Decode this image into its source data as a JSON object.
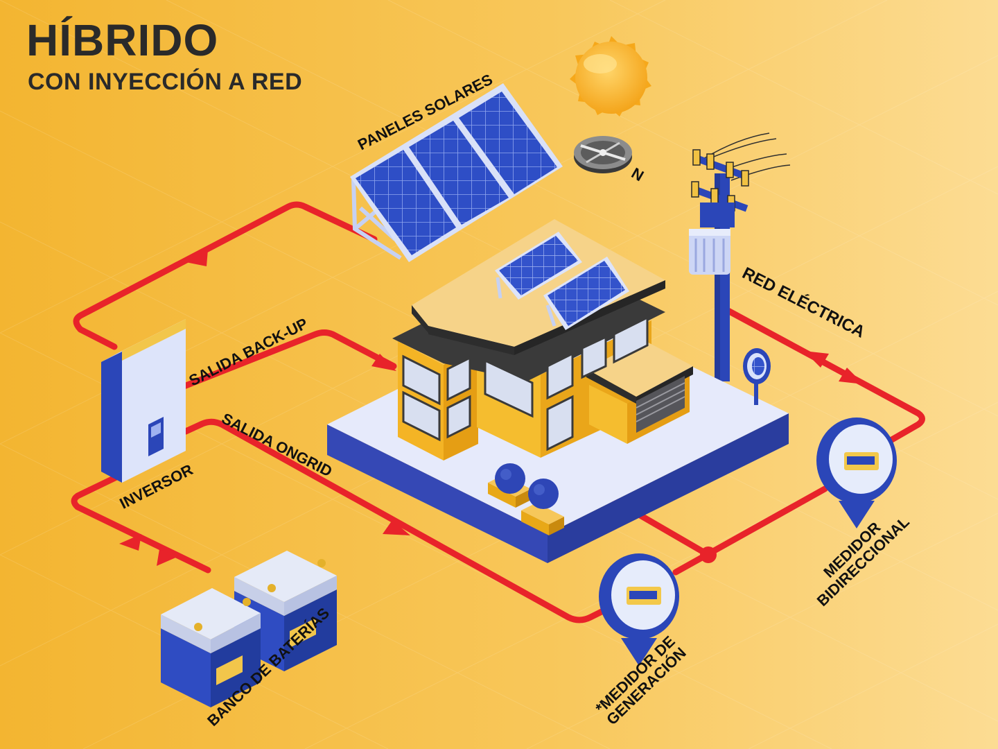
{
  "header": {
    "title": "HÍBRIDO",
    "subtitle": "CON INYECCIÓN A RED"
  },
  "labels": {
    "solar_panels": "PANELES SOLARES",
    "grid": "RED ELÉCTRICA",
    "backup_output": "SALIDA BACK-UP",
    "ongrid_output": "SALIDA ONGRID",
    "inverter": "INVERSOR",
    "battery_bank": "BANCO DE BATERÍAS",
    "generation_meter_line1": "*MEDIDOR DE",
    "generation_meter_line2": "GENERACIÓN",
    "bidirectional_meter_line1": "MEDIDOR",
    "bidirectional_meter_line2": "BIDIRECCIONAL",
    "compass_north": "N"
  },
  "colors": {
    "background": "#f5bb3a",
    "flow_line": "#e8232a",
    "panel_blue": "#2f4fc4",
    "house_yellow": "#f5bb2c",
    "ink": "#2a2a2a"
  },
  "icons": [
    "sun-icon",
    "compass-icon",
    "solar-panel-icon",
    "utility-pole-icon",
    "house-icon",
    "inverter-icon",
    "battery-icon",
    "meter-icon",
    "flow-arrow-icon"
  ]
}
